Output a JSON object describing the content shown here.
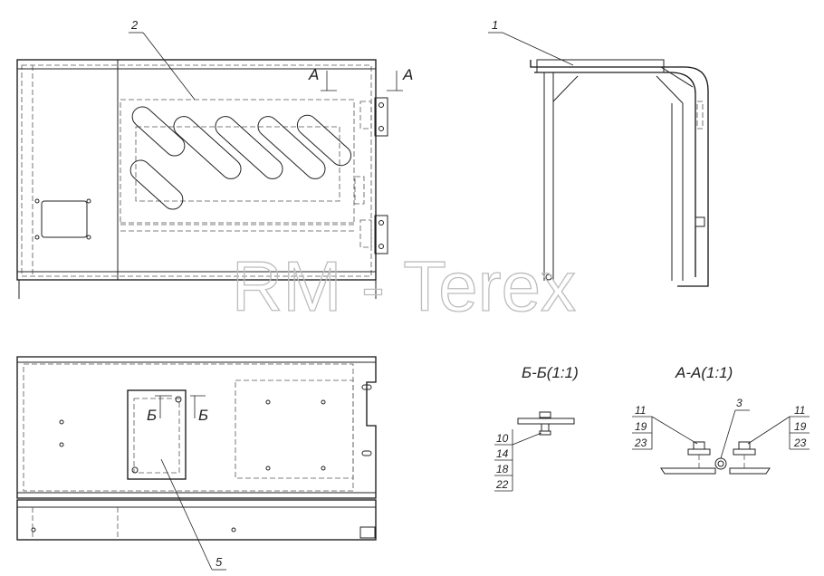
{
  "watermark": "RM - Terex",
  "callouts": {
    "c1": "1",
    "c2": "2",
    "c3": "3",
    "c5": "5"
  },
  "section_marks": {
    "a_left": "A",
    "a_right": "A",
    "b_left": "Б",
    "b_right": "Б"
  },
  "section_views": {
    "bb": {
      "title": "Б-Б(1:1)",
      "parts": [
        "10",
        "14",
        "18",
        "22"
      ]
    },
    "aa": {
      "title": "А-А(1:1)",
      "left_parts": [
        "11",
        "19",
        "23"
      ],
      "right_parts": [
        "11",
        "19",
        "23"
      ]
    }
  }
}
